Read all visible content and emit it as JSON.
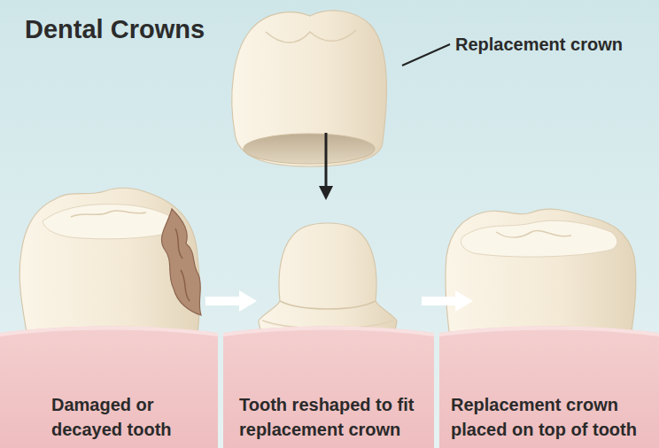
{
  "diagram": {
    "title": "Dental Crowns",
    "nodes": [
      {
        "text": [
          "Damaged or decayed tooth"
        ]
      },
      {
        "text": [
          "Tooth reshaped to fit replacement crown"
        ]
      },
      {
        "text": [
          "Replacement crown placed on top of tooth"
        ]
      }
    ],
    "edges": [
      {
        "from": 0,
        "to": 1,
        "arrow": "to"
      },
      {
        "from": 1,
        "to": 2,
        "arrow": "to"
      }
    ],
    "labels": [
      "Replacement crown"
    ]
  }
}
